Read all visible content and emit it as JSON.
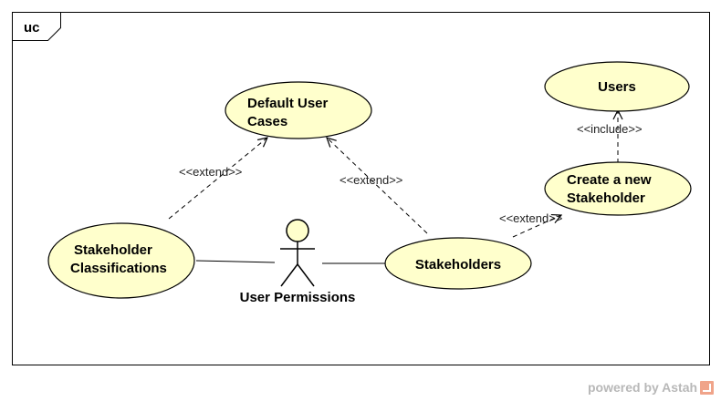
{
  "frame": {
    "tag": "uc"
  },
  "use_cases": {
    "default_user_cases": [
      "Default User",
      "Cases"
    ],
    "users": "Users",
    "create_new_stakeholder": [
      "Create a new",
      "Stakeholder"
    ],
    "stakeholder_classifications": [
      "Stakeholder",
      "Classifications"
    ],
    "stakeholders": "Stakeholders"
  },
  "actor": {
    "name": "User Permissions"
  },
  "relations": {
    "extend_left": "<<extend>>",
    "extend_middle": "<<extend>>",
    "extend_right": "<<extend>>",
    "include": "<<include>>"
  },
  "watermark": {
    "text": "powered by Astah",
    "icon": "astah-logo-icon"
  },
  "colors": {
    "use_case_fill": "#ffffcc",
    "stroke": "#000000"
  }
}
